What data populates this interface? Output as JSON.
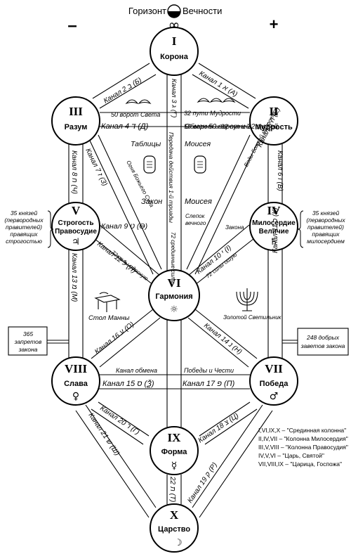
{
  "header": {
    "horizon": "Горизонт",
    "eternity": "Вечности",
    "infinity": "∞",
    "minus": "–",
    "plus": "+"
  },
  "sephirot": [
    {
      "numeral": "I",
      "name": "Корона"
    },
    {
      "numeral": "II",
      "name": "Мудрость"
    },
    {
      "numeral": "III",
      "name": "Разум"
    },
    {
      "numeral": "IV",
      "name_line1": "Милосердие",
      "name_line2": "Величие",
      "symbol": "♄"
    },
    {
      "numeral": "V",
      "name_line1": "Строгость",
      "name_line2": "Правосудие",
      "symbol": "♃"
    },
    {
      "numeral": "VI",
      "name": "Гармония",
      "symbol": "☼"
    },
    {
      "numeral": "VII",
      "name": "Победа",
      "symbol": "♂"
    },
    {
      "numeral": "VIII",
      "name": "Слава",
      "symbol": "♀"
    },
    {
      "numeral": "IX",
      "name": "Форма",
      "symbol": "☿"
    },
    {
      "numeral": "X",
      "name": "Царство",
      "symbol": "☽"
    }
  ],
  "channels": {
    "c1": "Канал 1 א (А)",
    "c2": "Канал 2 ב (Б)",
    "c3": "Канал 3 ג (Г)",
    "c4": "Канал 4 ד (Д)",
    "c4_desc": "Обмен 50 ворот и 32 путей",
    "c5": "Канал 5 ה (Е)",
    "c6": "Канал 6 ו (В)",
    "c7": "Канал 7 ז (З)",
    "c8": "Канал 8 ח (Ч)",
    "c9": "Канал 9 ט (Ѳ)",
    "c10": "Канал 10 י (I)",
    "c11": "Канал 11 כ (К)",
    "c12": "Канал 12 ל (Л)",
    "c13": "Канал 13 מ (М)",
    "c14": "Канал 14 נ (Н)",
    "c15": "Канал 15 ס (Ѯ)",
    "c16": "Канал 16 ע (О)",
    "c17": "Канал 17 פ (П)",
    "c18": "Канал 18 צ (Ц)",
    "c19": "Канал 19 ק (Р)",
    "c20": "Канал 20 ר (Г)",
    "c21": "Канал 21 ש (Ш)",
    "c22": "22 ת (Т)"
  },
  "annotations": {
    "gates_light": "50 ворот Света",
    "paths_wisdom": "32 пути Мудрости",
    "gates_paths": "50 ворот и 32 путей",
    "tablets": "Таблицы",
    "moses": "Моисея",
    "law": "Закон",
    "triad_transfer": "Передача действия 1-й триады",
    "fire_of_god": "Огня Божьего Суда",
    "water_of_god": "Воды Божьей милости",
    "imprint": "Слепок",
    "eternal": "вечного",
    "of_law": "Закона",
    "middle_forces": "72 срединные силы",
    "right_forces": "72 силы одесную",
    "left_forces": "72 силы ошую",
    "table_manna": "Стол Манны",
    "golden_lamp": "Золотой Светильник",
    "exchange_channel": "Канал обмена",
    "victory_honor": "Победы и Чести"
  },
  "side_notes": {
    "left": [
      "35 князей",
      "(первородных",
      "правителей)",
      "правящих",
      "строгостью"
    ],
    "right": [
      "35 князей",
      "(первородных",
      "правителей)",
      "правящих",
      "милосердием"
    ]
  },
  "boxes": {
    "left": [
      "365",
      "запретов",
      "закона"
    ],
    "right": [
      "248 добрых",
      "заветов закона"
    ]
  },
  "legend": [
    "I,VI,IX,X – \"Срединная колонна\"",
    "II,IV,VII – \"Колонна Милосердия\"",
    "III,V,VIII – \"Колонна Правосудия\"",
    "IV,V,VI – \"Царь, Святой\"",
    "VII,VIII,IX – \"Царица, Госпожа\""
  ]
}
